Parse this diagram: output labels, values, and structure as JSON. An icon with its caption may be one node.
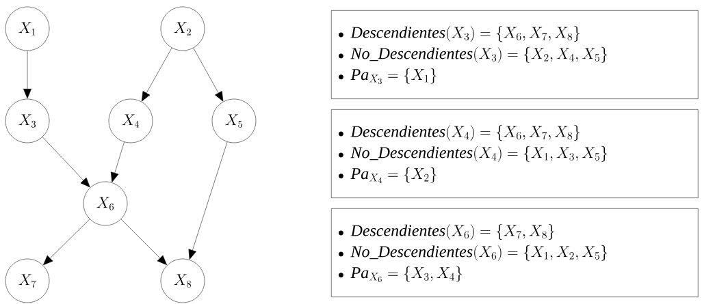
{
  "diagram": {
    "nodes": [
      {
        "text": [
          "X_{1}"
        ]
      },
      {
        "text": [
          "X_{2}"
        ]
      },
      {
        "text": [
          "X_{3}"
        ]
      },
      {
        "text": [
          "X_{4}"
        ]
      },
      {
        "text": [
          "X_{5}"
        ]
      },
      {
        "text": [
          "X_{6}"
        ]
      },
      {
        "text": [
          "X_{7}"
        ]
      },
      {
        "text": [
          "X_{8}"
        ]
      },
      {
        "text": [
          "\\mathit{Descendientes}(X_{3}) = \\{X_{6}, X_{7}, X_{8}\\}",
          "\\mathit{No\\_Descendientes}(X_{3}) = \\{X_{2}, X_{4}, X_{5}\\}",
          "\\mathit{Pa}_{X_{3}} = \\{X_{1}\\}"
        ]
      },
      {
        "text": [
          "\\mathit{Descendientes}(X_{4}) = \\{X_{6}, X_{7}, X_{8}\\}",
          "\\mathit{No\\_Descendientes}(X_{4}) = \\{X_{1}, X_{3}, X_{5}\\}",
          "\\mathit{Pa}_{X_{4}} = \\{X_{2}\\}"
        ]
      },
      {
        "text": [
          "\\mathit{Descendientes}(X_{6}) = \\{X_{7}, X_{8}\\}",
          "\\mathit{No\\_Descendientes}(X_{6}) = \\{X_{1}, X_{2}, X_{5}\\}",
          "\\mathit{Pa}_{X_{6}} = \\{X_{3}, X_{4}\\}"
        ]
      }
    ],
    "edges": [
      {
        "from": 0,
        "to": 2,
        "arrow": "to"
      },
      {
        "from": 1,
        "to": 3,
        "arrow": "to"
      },
      {
        "from": 1,
        "to": 4,
        "arrow": "to"
      },
      {
        "from": 2,
        "to": 5,
        "arrow": "to"
      },
      {
        "from": 3,
        "to": 5,
        "arrow": "to"
      },
      {
        "from": 4,
        "to": 7,
        "arrow": "to"
      },
      {
        "from": 5,
        "to": 6,
        "arrow": "to"
      },
      {
        "from": 5,
        "to": 7,
        "arrow": "to"
      }
    ]
  }
}
